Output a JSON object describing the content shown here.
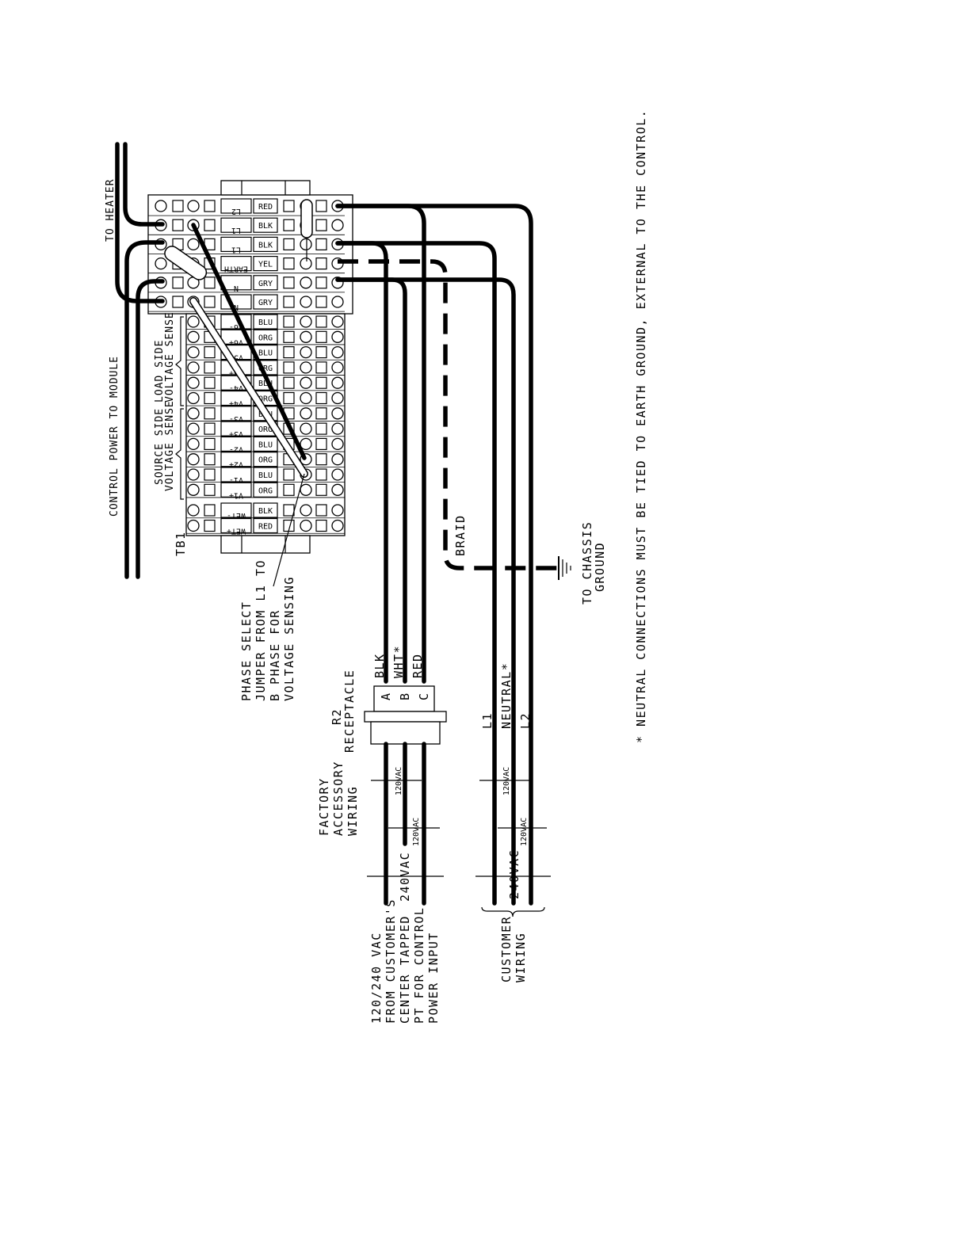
{
  "labels": {
    "to_heater": "TO HEATER",
    "control_power": "CONTROL POWER TO MODULE",
    "load_side": [
      "LOAD SIDE",
      "VOLTAGE SENSE"
    ],
    "source_side": [
      "SOURCE SIDE",
      "VOLTAGE SENSE"
    ],
    "tb1": "TB1",
    "phase_select": [
      "PHASE SELECT",
      "JUMPER FROM L1 TO",
      "B PHASE FOR",
      "VOLTAGE SENSING"
    ],
    "r2": [
      "R2",
      "RECEPTACLE"
    ],
    "factory": [
      "FACTORY",
      "ACCESSORY",
      "WIRING"
    ],
    "input": [
      "120/240 VAC",
      "FROM CUSTOMER'S",
      "CENTER TAPPED",
      "PT FOR CONTROL",
      "POWER INPUT"
    ],
    "customer": [
      "CUSTOMER",
      "WIRING"
    ],
    "braid": "BRAID",
    "chassis": [
      "TO CHASSIS",
      "GROUND"
    ],
    "note": "* NEUTRAL CONNECTIONS MUST BE TIED TO EARTH GROUND, EXTERNAL TO THE CONTROL.",
    "receptacle_pins": [
      "A",
      "B",
      "C"
    ],
    "receptacle_wires": [
      "BLK",
      "WHT*",
      "RED"
    ],
    "customer_lines": [
      "L1",
      "NEUTRAL*",
      "L2"
    ],
    "v120": "120VAC",
    "v240": "240VAC"
  },
  "terminals_power": [
    {
      "name": "L2",
      "color": "RED"
    },
    {
      "name": "L1",
      "color": "BLK"
    },
    {
      "name": "L1",
      "color": "BLK"
    },
    {
      "name": "EARTH",
      "color": "YEL"
    },
    {
      "name": "N",
      "color": "GRY"
    },
    {
      "name": "N",
      "color": "GRY"
    }
  ],
  "terminals_sense": [
    {
      "name": "V6-",
      "color": "BLU"
    },
    {
      "name": "V6+",
      "color": "ORG"
    },
    {
      "name": "V5-",
      "color": "BLU"
    },
    {
      "name": "V5+",
      "color": "ORG"
    },
    {
      "name": "V4-",
      "color": "BLU"
    },
    {
      "name": "V4+",
      "color": "ORG"
    },
    {
      "name": "V3-",
      "color": "BLU"
    },
    {
      "name": "V3+",
      "color": "ORG"
    },
    {
      "name": "V2-",
      "color": "BLU"
    },
    {
      "name": "V2+",
      "color": "ORG"
    },
    {
      "name": "V1-",
      "color": "BLU"
    },
    {
      "name": "V1+",
      "color": "ORG"
    }
  ],
  "terminals_wet": [
    {
      "name": "WET-",
      "color": "BLK"
    },
    {
      "name": "WET+",
      "color": "RED"
    }
  ]
}
